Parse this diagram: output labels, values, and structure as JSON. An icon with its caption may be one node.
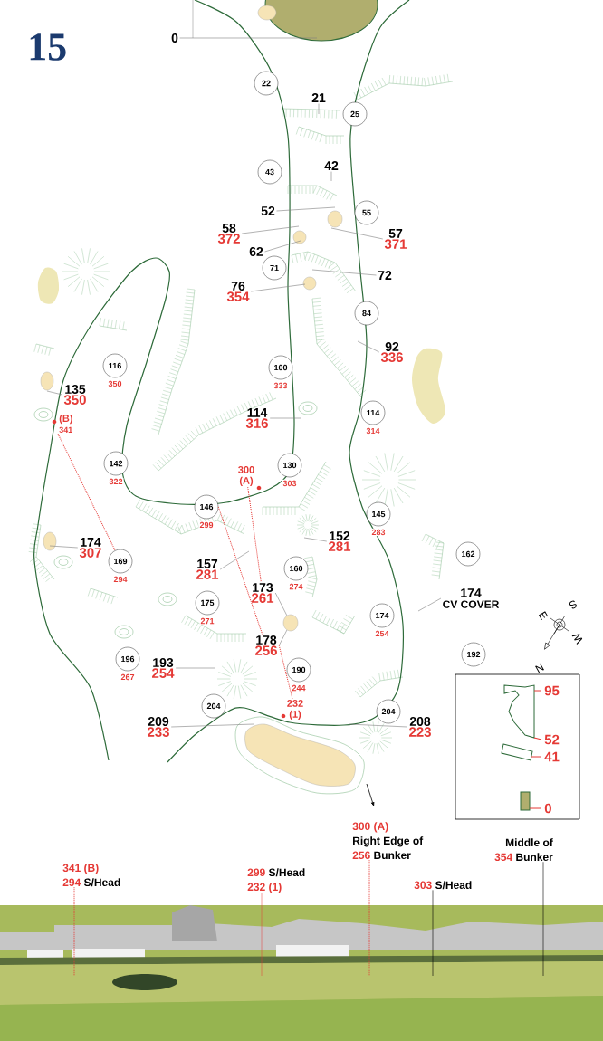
{
  "diagram": {
    "title": "15",
    "nodes": [
      {
        "text": [
          "0"
        ]
      },
      {
        "text": [
          "22"
        ]
      },
      {
        "text": [
          "21"
        ]
      },
      {
        "text": [
          "25"
        ]
      },
      {
        "text": [
          "43"
        ]
      },
      {
        "text": [
          "42"
        ]
      },
      {
        "text": [
          "52"
        ]
      },
      {
        "text": [
          "55"
        ]
      },
      {
        "text": [
          "58",
          "372"
        ]
      },
      {
        "text": [
          "57",
          "371"
        ]
      },
      {
        "text": [
          "62"
        ]
      },
      {
        "text": [
          "71"
        ]
      },
      {
        "text": [
          "76",
          "354"
        ]
      },
      {
        "text": [
          "72"
        ]
      },
      {
        "text": [
          "84"
        ]
      },
      {
        "text": [
          "92",
          "336"
        ]
      },
      {
        "text": [
          "116"
        ],
        "beside": [
          "350"
        ]
      },
      {
        "text": [
          "100"
        ],
        "beside": [
          "333"
        ]
      },
      {
        "text": [
          "135",
          "350"
        ]
      },
      {
        "text": [
          "(B)",
          "341"
        ]
      },
      {
        "text": [
          "114",
          "316"
        ]
      },
      {
        "text": [
          "114"
        ],
        "beside": [
          "314"
        ]
      },
      {
        "text": [
          "142"
        ],
        "beside": [
          "322"
        ]
      },
      {
        "text": [
          "300 (A)"
        ]
      },
      {
        "text": [
          "130"
        ],
        "beside": [
          "303"
        ]
      },
      {
        "text": [
          "146"
        ],
        "beside": [
          "299"
        ]
      },
      {
        "text": [
          "145"
        ],
        "beside": [
          "283"
        ]
      },
      {
        "text": [
          "174",
          "307"
        ]
      },
      {
        "text": [
          "152",
          "281"
        ]
      },
      {
        "text": [
          "162"
        ]
      },
      {
        "text": [
          "169"
        ],
        "beside": [
          "294"
        ]
      },
      {
        "text": [
          "157",
          "281"
        ]
      },
      {
        "text": [
          "160"
        ],
        "beside": [
          "274"
        ]
      },
      {
        "text": [
          "174",
          "CV COVER"
        ]
      },
      {
        "text": [
          "173",
          "261"
        ]
      },
      {
        "text": [
          "175"
        ],
        "beside": [
          "271"
        ]
      },
      {
        "text": [
          "174"
        ],
        "beside": [
          "254"
        ]
      },
      {
        "text": [
          "178",
          "256"
        ]
      },
      {
        "text": [
          "196"
        ],
        "beside": [
          "267"
        ]
      },
      {
        "text": [
          "193",
          "254"
        ]
      },
      {
        "text": [
          "190"
        ],
        "beside": [
          "244"
        ]
      },
      {
        "text": [
          "192"
        ]
      },
      {
        "text": [
          "232 (1)"
        ]
      },
      {
        "text": [
          "204"
        ]
      },
      {
        "text": [
          "204"
        ]
      },
      {
        "text": [
          "209",
          "233"
        ]
      },
      {
        "text": [
          "208",
          "223"
        ]
      },
      {
        "text": [
          "95",
          "52",
          "41",
          "0"
        ]
      },
      {
        "text": [
          "300 (A)",
          "Right Edge of",
          "256",
          "Bunker"
        ]
      },
      {
        "text": [
          "Middle of",
          "354",
          "Bunker"
        ]
      },
      {
        "text": [
          "341 (B)",
          "294",
          "S/Head"
        ]
      },
      {
        "text": [
          "299",
          "S/Head",
          "232 (1)"
        ]
      },
      {
        "text": [
          "303",
          "S/Head"
        ]
      },
      {
        "text": [],
        "shape": "picture"
      },
      {
        "text": [],
        "shape": "circle"
      }
    ],
    "edges": [
      {
        "from": 0,
        "to": null,
        "arrow": "none"
      },
      {
        "from": 2,
        "to": null,
        "arrow": "none"
      },
      {
        "from": 5,
        "to": null,
        "arrow": "none"
      },
      {
        "from": 6,
        "to": null,
        "arrow": "none"
      },
      {
        "from": 8,
        "to": null,
        "arrow": "none"
      },
      {
        "from": 9,
        "to": null,
        "arrow": "none"
      },
      {
        "from": 10,
        "to": null,
        "arrow": "none"
      },
      {
        "from": 12,
        "to": null,
        "arrow": "none"
      },
      {
        "from": 13,
        "to": null,
        "arrow": "none"
      },
      {
        "from": 15,
        "to": null,
        "arrow": "none"
      },
      {
        "from": 18,
        "to": null,
        "arrow": "none"
      },
      {
        "from": 20,
        "to": null,
        "arrow": "none"
      },
      {
        "from": 27,
        "to": null,
        "arrow": "none"
      },
      {
        "from": 28,
        "to": null,
        "arrow": "none"
      },
      {
        "from": 31,
        "to": null,
        "arrow": "none"
      },
      {
        "from": 33,
        "to": null,
        "arrow": "none"
      },
      {
        "from": 34,
        "to": 54,
        "arrow": "none"
      },
      {
        "from": 37,
        "to": 54,
        "arrow": "none"
      },
      {
        "from": 39,
        "to": null,
        "arrow": "none"
      },
      {
        "from": 45,
        "to": null,
        "arrow": "none"
      },
      {
        "from": 46,
        "to": null,
        "arrow": "none"
      },
      {
        "from": 19,
        "to": 30,
        "arrow": "none",
        "style": "dashed",
        "color": "#e53935"
      },
      {
        "from": 25,
        "to": 37,
        "arrow": "none",
        "style": "dashed",
        "color": "#e53935"
      },
      {
        "from": 23,
        "to": 34,
        "arrow": "none",
        "style": "dashed",
        "color": "#e53935"
      },
      {
        "from": 37,
        "to": 42,
        "arrow": "none",
        "style": "dashed",
        "color": "#e53935"
      },
      {
        "from": 50,
        "to": 53,
        "arrow": "none",
        "style": "dashed",
        "color": "#e53935"
      },
      {
        "from": 51,
        "to": 53,
        "arrow": "none",
        "style": "dashed",
        "color": "#e53935"
      },
      {
        "from": 48,
        "to": 53,
        "arrow": "none",
        "style": "dashed",
        "color": "#e53935"
      },
      {
        "from": 52,
        "to": 53,
        "arrow": "none",
        "color": "#000000"
      },
      {
        "from": 49,
        "to": 53,
        "arrow": "none",
        "color": "#000000"
      }
    ],
    "labels": [
      "S",
      "W",
      "E",
      "N"
    ]
  }
}
